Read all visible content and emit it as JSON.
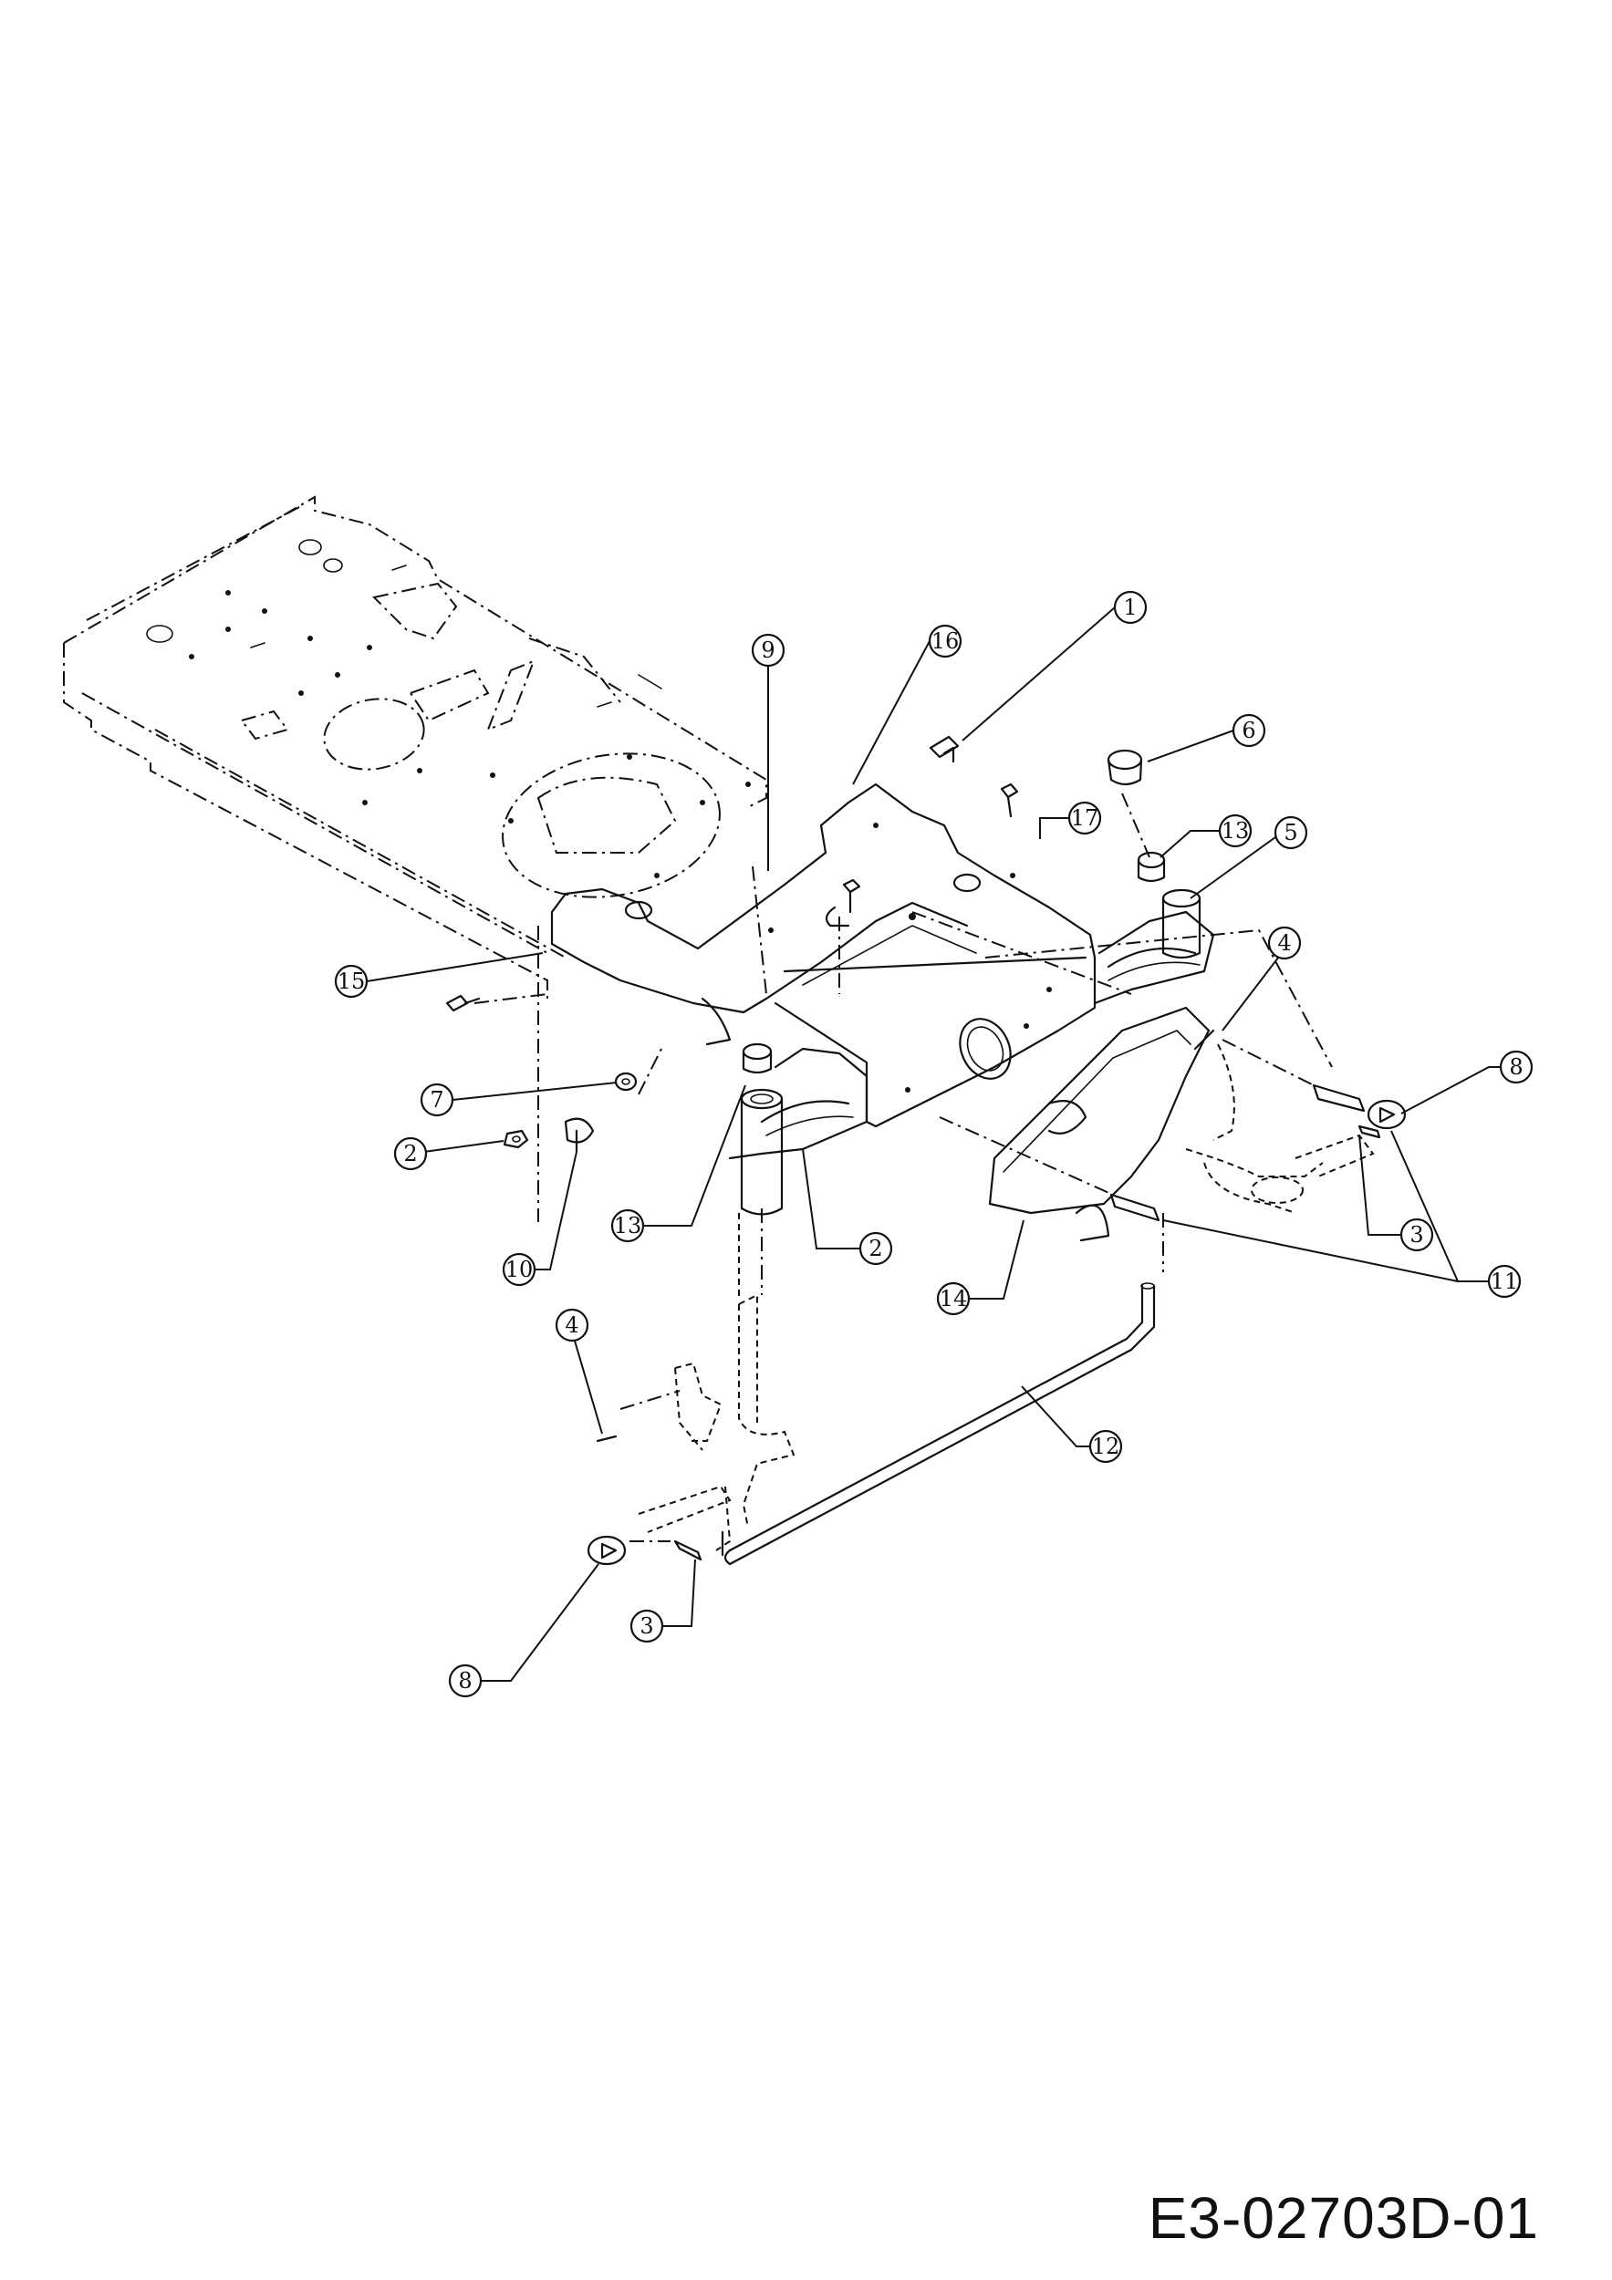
{
  "drawing_number": "E3-02703D-01",
  "callouts": [
    {
      "id": "c1",
      "label": "1"
    },
    {
      "id": "c16",
      "label": "16"
    },
    {
      "id": "c9",
      "label": "9"
    },
    {
      "id": "c6",
      "label": "6"
    },
    {
      "id": "c17",
      "label": "17"
    },
    {
      "id": "c13a",
      "label": "13"
    },
    {
      "id": "c5",
      "label": "5"
    },
    {
      "id": "c15",
      "label": "15"
    },
    {
      "id": "c4a",
      "label": "4"
    },
    {
      "id": "c8a",
      "label": "8"
    },
    {
      "id": "c7",
      "label": "7"
    },
    {
      "id": "c2a",
      "label": "2"
    },
    {
      "id": "c13b",
      "label": "13"
    },
    {
      "id": "c2b",
      "label": "2"
    },
    {
      "id": "c10",
      "label": "10"
    },
    {
      "id": "c3a",
      "label": "3"
    },
    {
      "id": "c11",
      "label": "11"
    },
    {
      "id": "c14",
      "label": "14"
    },
    {
      "id": "c4b",
      "label": "4"
    },
    {
      "id": "c12",
      "label": "12"
    },
    {
      "id": "c3b",
      "label": "3"
    },
    {
      "id": "c8b",
      "label": "8"
    }
  ]
}
